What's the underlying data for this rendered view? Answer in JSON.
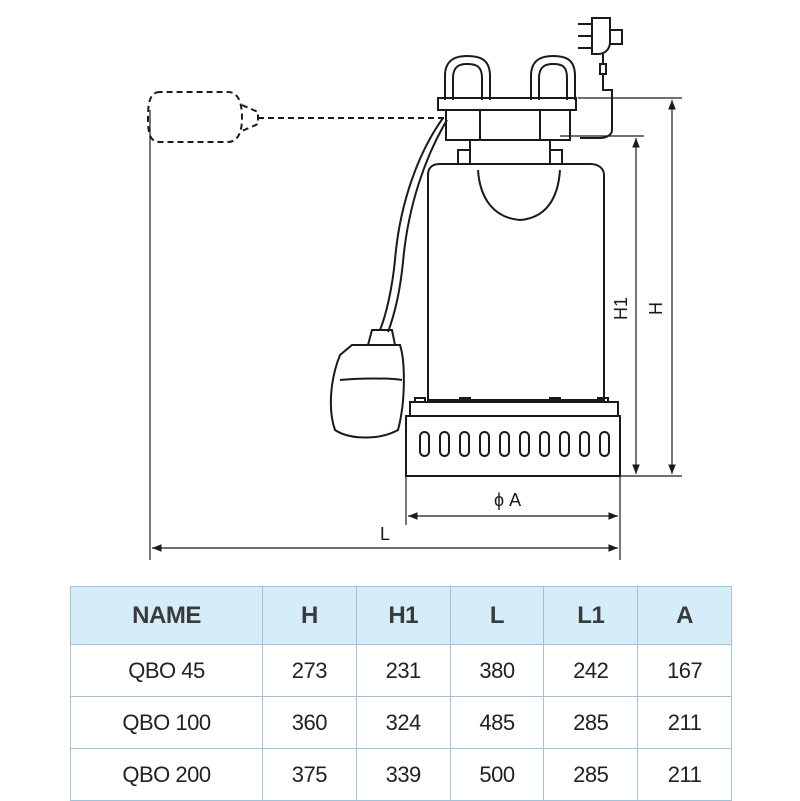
{
  "dimension_labels": {
    "phi_a": "ϕ A",
    "l": "L",
    "h1": "H1",
    "h": "H"
  },
  "table": {
    "headers": [
      "NAME",
      "H",
      "H1",
      "L",
      "L1",
      "A"
    ],
    "rows": [
      [
        "QBO 45",
        "273",
        "231",
        "380",
        "242",
        "167"
      ],
      [
        "QBO 100",
        "360",
        "324",
        "485",
        "285",
        "211"
      ],
      [
        "QBO 200",
        "375",
        "339",
        "500",
        "285",
        "211"
      ]
    ]
  },
  "colors": {
    "header_bg": "#d5edf8",
    "border": "#9fc3da",
    "line": "#1a1a1a"
  }
}
